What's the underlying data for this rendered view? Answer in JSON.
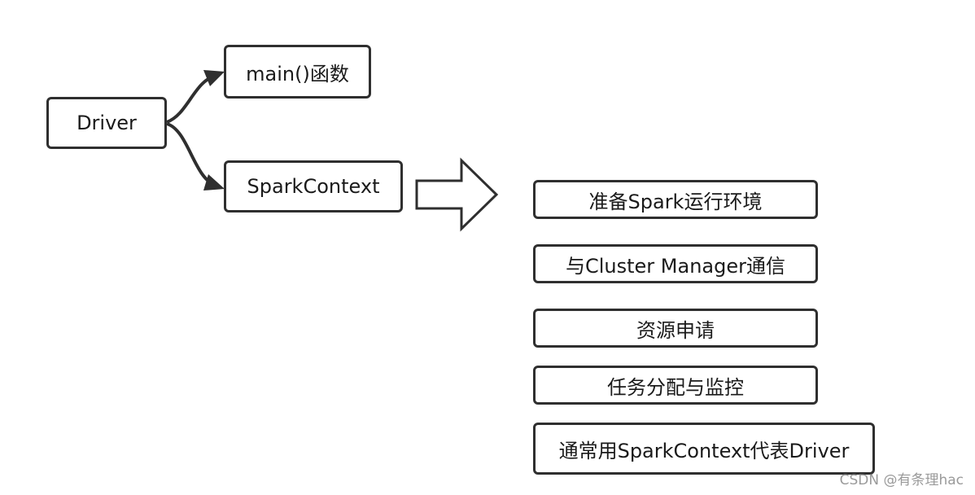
{
  "nodes": {
    "driver": "Driver",
    "main_function": "main()函数",
    "spark_context": "SparkContext"
  },
  "responsibilities": [
    "准备Spark运行环境",
    "与Cluster Manager通信",
    "资源申请",
    "任务分配与监控",
    "通常用SparkContext代表Driver"
  ],
  "watermark": "CSDN @有条理hac",
  "colors": {
    "stroke": "#2f2f2f",
    "text": "#1a1a1a",
    "background": "#ffffff",
    "watermark": "#9a9a9a"
  }
}
